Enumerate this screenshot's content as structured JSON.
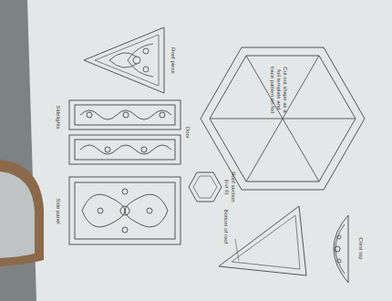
{
  "diagram": {
    "labels": [
      "Roof piece",
      "Sidelights",
      "Door",
      "Side panel",
      "Cut out shape as a foil template and trace pattern on foil",
      "Roof section (cut 6)",
      "Bottom of roof",
      "Crest top"
    ]
  }
}
